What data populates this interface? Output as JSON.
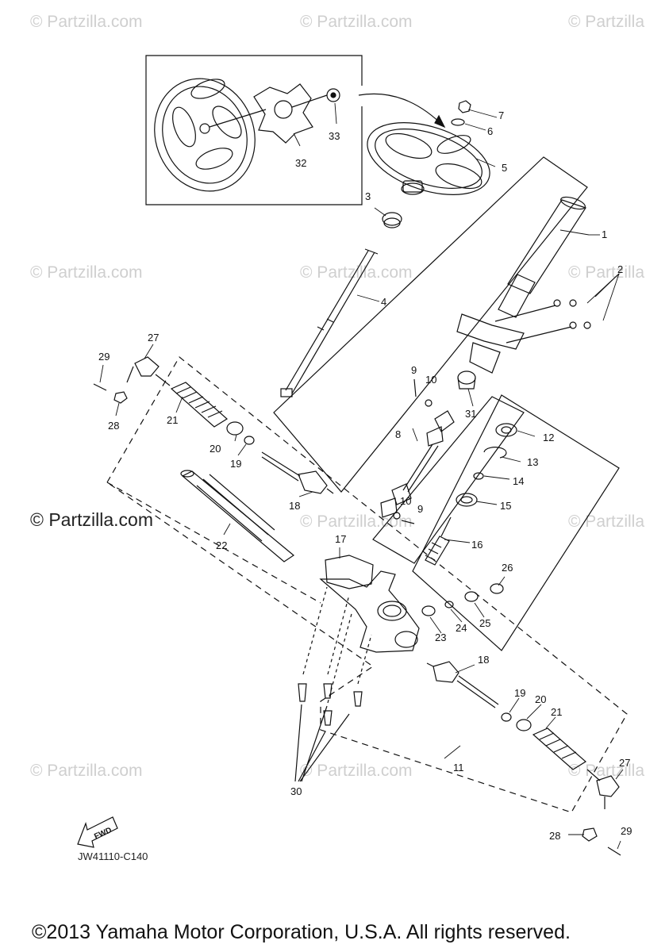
{
  "watermarks": [
    {
      "id": "wm-1",
      "text": "© Partzilla.com"
    },
    {
      "id": "wm-2",
      "text": "© Partzilla.com"
    },
    {
      "id": "wm-3",
      "text": "© Partzilla"
    },
    {
      "id": "wm-4",
      "text": "© Partzilla.com"
    },
    {
      "id": "wm-5",
      "text": "© Partzilla.com"
    },
    {
      "id": "wm-6",
      "text": "© Partzilla"
    },
    {
      "id": "wm-7",
      "text": "© Partzilla.com"
    },
    {
      "id": "wm-8",
      "text": "© Partzilla"
    },
    {
      "id": "wm-9",
      "text": "© Partzilla.com"
    },
    {
      "id": "wm-10",
      "text": "© Partzilla.com"
    },
    {
      "id": "wm-11",
      "text": "© Partzilla"
    }
  ],
  "main_watermark": "© Partzilla.com",
  "diagram_code": "JW41110-C140",
  "fwd_label": "FWD",
  "copyright": "©2013 Yamaha Motor Corporation, U.S.A. All rights reserved.",
  "callouts": [
    "1",
    "2",
    "3",
    "4",
    "5",
    "6",
    "7",
    "8",
    "9",
    "10",
    "11",
    "12",
    "13",
    "14",
    "15",
    "16",
    "17",
    "18",
    "19",
    "20",
    "21",
    "22",
    "23",
    "24",
    "25",
    "26",
    "27",
    "28",
    "29",
    "30",
    "31",
    "32",
    "33",
    "9",
    "10",
    "18",
    "19",
    "20",
    "21",
    "27",
    "28",
    "29"
  ]
}
